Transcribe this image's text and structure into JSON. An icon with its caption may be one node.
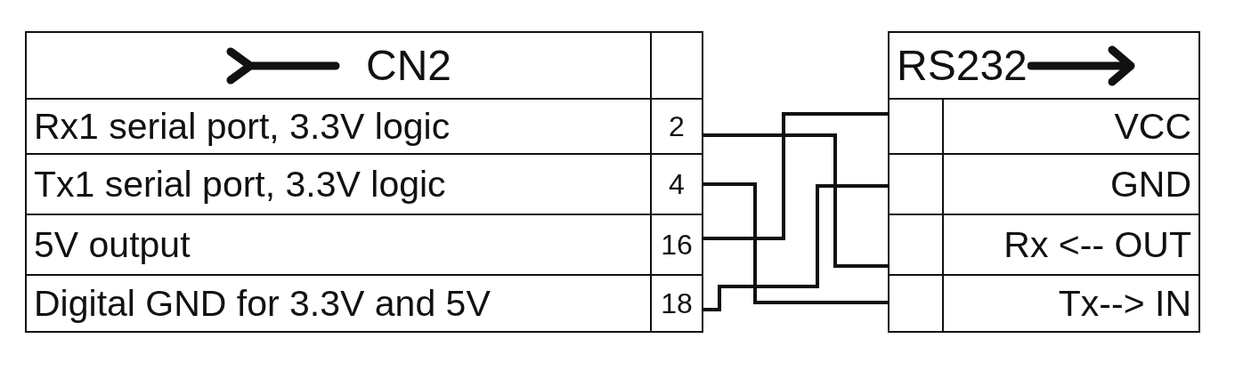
{
  "diagram": {
    "nodes": [
      {
        "text": [
          "CN2"
        ]
      },
      {
        "text": [],
        "shape": "box"
      },
      {
        "text": [
          "Rx1 serial port, 3.3V logic"
        ]
      },
      {
        "text": [
          "2"
        ]
      },
      {
        "text": [
          "Tx1 serial port, 3.3V logic"
        ]
      },
      {
        "text": [
          "4"
        ]
      },
      {
        "text": [
          "5V output"
        ]
      },
      {
        "text": [
          "16"
        ]
      },
      {
        "text": [
          "Digital GND for 3.3V and 5V"
        ]
      },
      {
        "text": [
          "18"
        ]
      },
      {
        "text": [
          "RS232"
        ]
      },
      {
        "text": [],
        "shape": "box"
      },
      {
        "text": [
          "VCC"
        ]
      },
      {
        "text": [],
        "shape": "box"
      },
      {
        "text": [
          "GND"
        ]
      },
      {
        "text": [],
        "shape": "box"
      },
      {
        "text": [
          "Rx <-- OUT"
        ]
      },
      {
        "text": [],
        "shape": "box"
      },
      {
        "text": [
          "Tx--> IN"
        ]
      }
    ],
    "edges": [
      {
        "from": 3,
        "to": 15,
        "arrow": "none"
      },
      {
        "from": 5,
        "to": 17,
        "arrow": "none"
      },
      {
        "from": 7,
        "to": 11,
        "arrow": "none"
      },
      {
        "from": 9,
        "to": 13,
        "arrow": "none"
      }
    ]
  }
}
